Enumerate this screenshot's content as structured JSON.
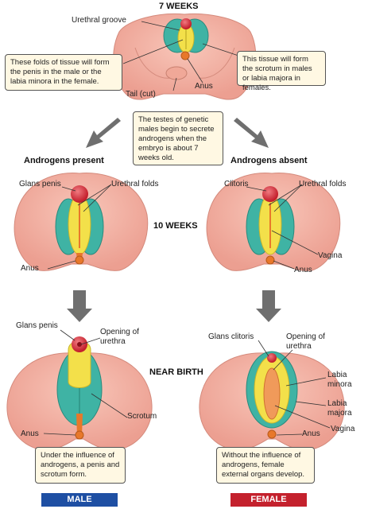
{
  "stages": {
    "week7": "7 WEEKS",
    "week10": "10 WEEKS",
    "near_birth": "NEAR BIRTH"
  },
  "branches": {
    "present": "Androgens present",
    "absent": "Androgens absent"
  },
  "week7_labels": {
    "urethral_groove": "Urethral groove",
    "tail": "Tail (cut)",
    "anus": "Anus"
  },
  "notes": {
    "folds": "These folds of tissue will form the penis in the male or the labia minora in the female.",
    "swellings": "This tissue will form the scrotum in males or labia majora in females.",
    "testes": "The testes of genetic males begin to secrete androgens when the embryo is about 7 weeks old.",
    "male_result": "Under the influence of androgens, a penis and scrotum form.",
    "female_result": "Without the influence of androgens, female external organs develop."
  },
  "male10_labels": {
    "glans_penis": "Glans penis",
    "urethral_folds": "Urethral folds",
    "anus": "Anus"
  },
  "female10_labels": {
    "clitoris": "Clitoris",
    "urethral_folds": "Urethral folds",
    "vagina": "Vagina",
    "anus": "Anus"
  },
  "male_birth_labels": {
    "glans_penis": "Glans penis",
    "opening_of_urethra": "Opening of urethra",
    "scrotum": "Scrotum",
    "anus": "Anus"
  },
  "female_birth_labels": {
    "glans_clitoris": "Glans clitoris",
    "opening_of_urethra": "Opening of urethra",
    "labia_minora": "Labia minora",
    "labia_majora": "Labia majora",
    "vagina": "Vagina",
    "anus": "Anus"
  },
  "sex_tags": {
    "male": "MALE",
    "female": "FEMALE"
  },
  "colors": {
    "skin": "#f5b5a8",
    "skin_shade": "#e48f83",
    "teal": "#3fb3a4",
    "yellow": "#f3e04a",
    "glans": "#d8303a",
    "orange": "#e8782a",
    "arrow": "#6f6f6f",
    "male_tag": "#1e4fa3",
    "female_tag": "#c4212d",
    "note_bg": "#fff8e3"
  }
}
